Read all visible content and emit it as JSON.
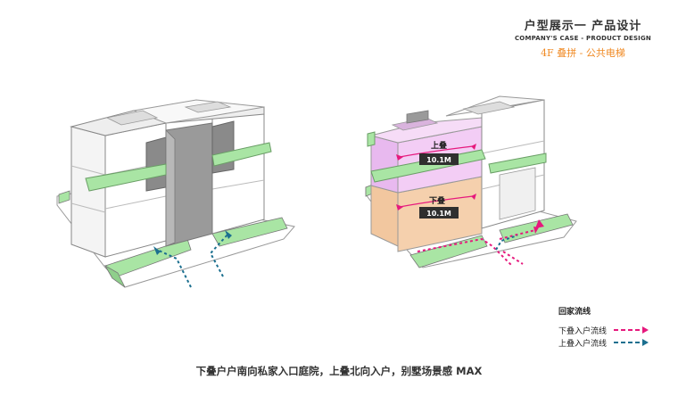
{
  "header": {
    "title_cn": "户型展示一 产品设计",
    "title_en": "COMPANY'S CASE - PRODUCT DESIGN",
    "subtitle": "4F 叠拼 - 公共电梯"
  },
  "diagram": {
    "upper_label": "上叠",
    "lower_label": "下叠",
    "upper_dim": "10.1M",
    "lower_dim": "10.1M"
  },
  "legend": {
    "title": "回家流线",
    "items": [
      {
        "label": "下叠入户流线",
        "color": "#e6197d"
      },
      {
        "label": "上叠入户流线",
        "color": "#1b6f8f"
      }
    ]
  },
  "caption": "下叠户户南向私家入口庭院，上叠北向入户，别墅场景感 MAX",
  "colors": {
    "green": "#a9e5a4",
    "pink": "#f3cdf5",
    "orange": "#f5d0ad",
    "magenta": "#e6197d",
    "teal": "#1b6f8f"
  }
}
